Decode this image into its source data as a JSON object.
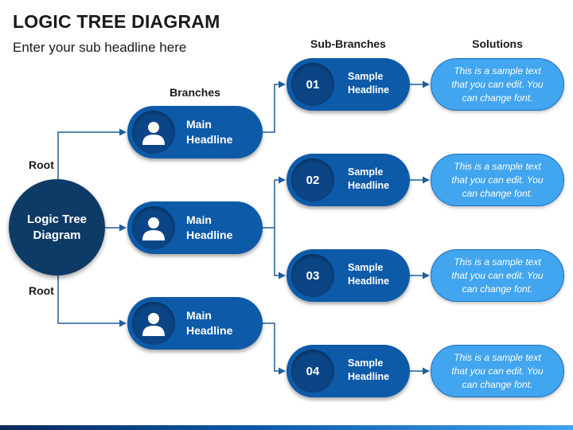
{
  "header": {
    "title": "LOGIC TREE DIAGRAM",
    "subtitle": "Enter your sub headline here"
  },
  "columns": {
    "branches": "Branches",
    "sub_branches": "Sub-Branches",
    "solutions": "Solutions"
  },
  "root": {
    "label_top": "Root",
    "label_bottom": "Root",
    "text": "Logic Tree Diagram"
  },
  "branches": [
    {
      "icon": "person-icon",
      "text": "Main Headline"
    },
    {
      "icon": "person-icon",
      "text": "Main Headline"
    },
    {
      "icon": "person-icon",
      "text": "Main Headline"
    }
  ],
  "sub_branches": [
    {
      "number": "01",
      "text": "Sample Headline"
    },
    {
      "number": "02",
      "text": "Sample Headline"
    },
    {
      "number": "03",
      "text": "Sample Headline"
    },
    {
      "number": "04",
      "text": "Sample Headline"
    }
  ],
  "solutions": [
    {
      "text": "This is a sample text that you can edit. You can change font."
    },
    {
      "text": "This is a sample text that you can edit. You can change font."
    },
    {
      "text": "This is a sample text that you can edit. You can change font."
    },
    {
      "text": "This is a sample text that you can edit. You can change font."
    }
  ],
  "colors": {
    "root": "#0e3a66",
    "branch": "#0d5aa8",
    "solution": "#42a5ef",
    "connector": "#1f5e9c"
  }
}
